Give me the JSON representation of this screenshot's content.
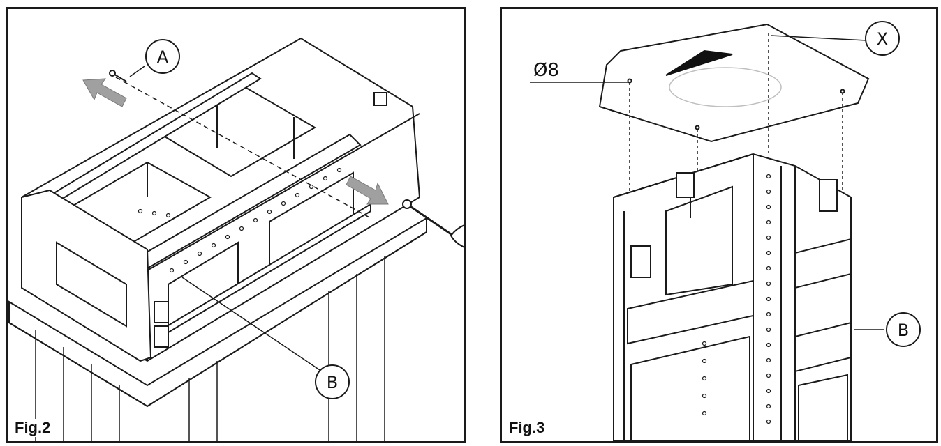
{
  "figures": [
    {
      "label": "Fig.2",
      "callouts": {
        "a": "A",
        "b": "B"
      }
    },
    {
      "label": "Fig.3",
      "callouts": {
        "x": "X",
        "b": "B"
      },
      "dimension": "Ø8"
    }
  ],
  "colors": {
    "line": "#1a1a1a",
    "arrow": "#9a9a9a",
    "plate": "#ffffff"
  }
}
